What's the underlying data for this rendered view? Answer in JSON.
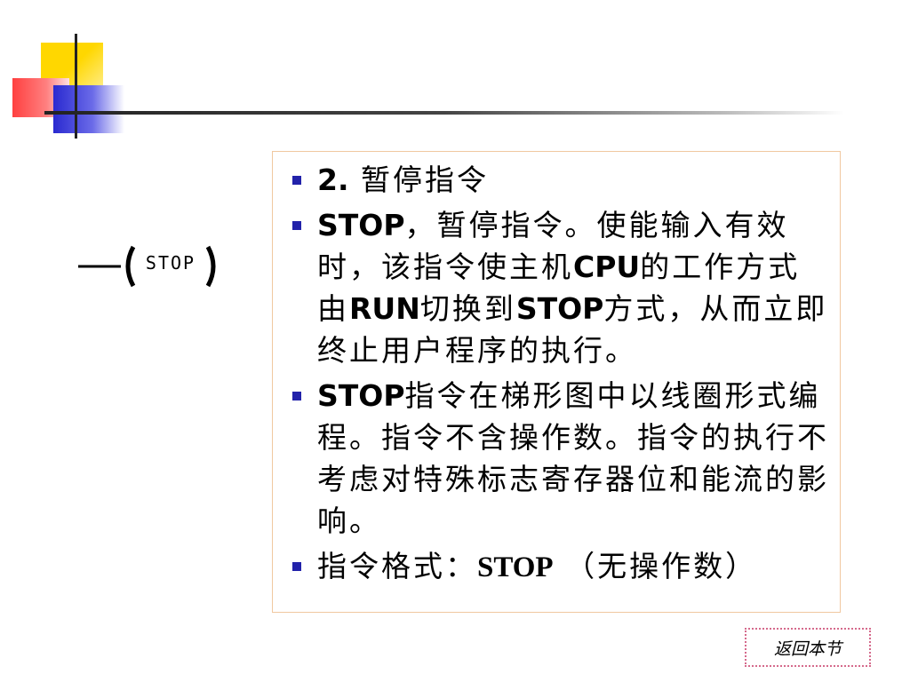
{
  "coil": {
    "label": "STOP"
  },
  "bullets": [
    {
      "parts": [
        "2.",
        " 暂停指令"
      ]
    },
    {
      "parts": [
        "STOP",
        "，暂停指令。使能输入有效时，该指令使主机",
        "CPU",
        "的工作方式由",
        "RUN",
        "切换到",
        "STOP",
        "方式，从而立即终止用户程序的执行。"
      ]
    },
    {
      "parts": [
        "STOP",
        "指令在梯形图中以线圈形式编程。指令不含操作数。指令的执行不考虑对特殊标志寄存器位和能流的影响。"
      ]
    },
    {
      "parts": [
        "指令格式：",
        "STOP",
        " （无操作数）"
      ]
    }
  ],
  "return_button": "返回本节",
  "colors": {
    "bullet": "#2222aa",
    "box_border": "#f0c8a0",
    "button_border": "#d56a8c"
  }
}
